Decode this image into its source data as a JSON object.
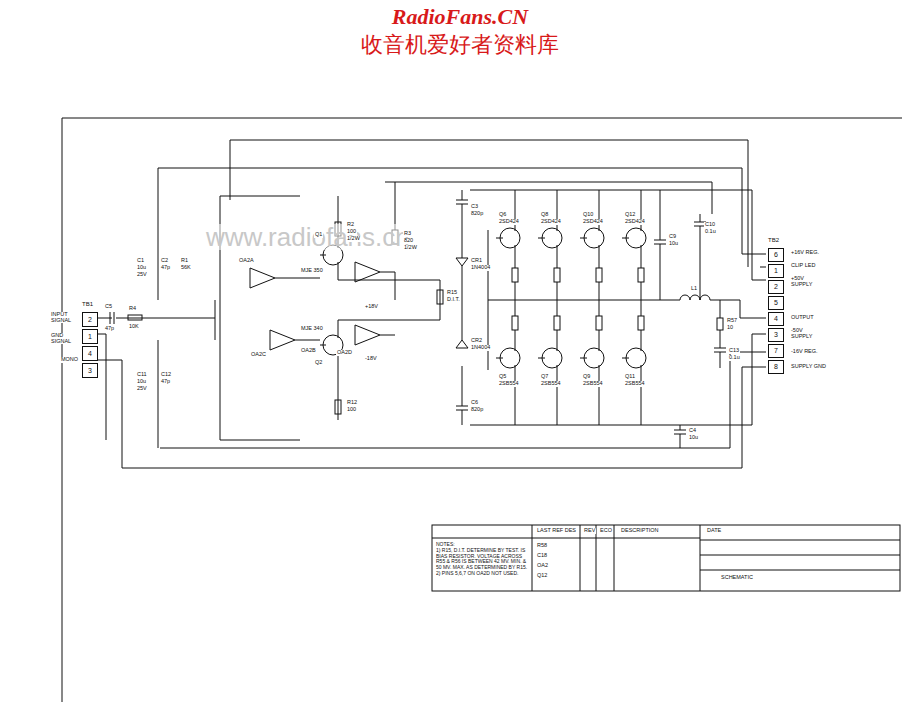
{
  "diagram": {
    "nodes": [
      {
        "text": [
          "TB1"
        ]
      },
      {
        "text": [
          "2"
        ],
        "in": 0
      },
      {
        "text": [
          "1"
        ],
        "in": 0
      },
      {
        "text": [
          "4"
        ],
        "in": 0
      },
      {
        "text": [
          "3"
        ],
        "in": 0
      },
      {
        "text": [
          "TB2"
        ]
      },
      {
        "text": [
          "6"
        ],
        "in": 5
      },
      {
        "text": [
          "1"
        ],
        "in": 5
      },
      {
        "text": [
          "2"
        ],
        "in": 5
      },
      {
        "text": [
          "5"
        ],
        "in": 5
      },
      {
        "text": [
          "4"
        ],
        "in": 5
      },
      {
        "text": [
          "3"
        ],
        "in": 5
      },
      {
        "text": [
          "7"
        ],
        "in": 5
      },
      {
        "text": [
          "8"
        ],
        "in": 5
      },
      {
        "text": [
          "NOTES:",
          "1) R15, D.I.T. DETERMINE BY TEST. IS BIAS RESISTOR. VOLTAGE ACROSS R55 & R56 IS BETWEEN 42 MV. MIN. & 50 MV. MAX. AS DETERMINED BY R15.",
          "2) PINS 5,6,7 ON OA2D NOT USED."
        ]
      }
    ],
    "labels": [
      "RadioFans.CN",
      "收音机爱好者资料库",
      "www.radiofans.cn",
      "INPUT SIGNAL",
      "GND SIGNAL",
      "MONO",
      "+16V REG.",
      "CLIP LED",
      "+50V SUPPLY",
      "OUTPUT",
      "-50V SUPPLY",
      "-16V REG.",
      "SUPPLY GND",
      "C5",
      "47p",
      "R4",
      "10K",
      "C1",
      "10u",
      "25V",
      "C2",
      "47p",
      "R1",
      "56K",
      "C11",
      "10u",
      "25V",
      "C12",
      "47p",
      "OA2A",
      "OA2B",
      "OA2C",
      "OA2D",
      "+18V",
      "-18V",
      "Q1",
      "MJE 350",
      "Q2",
      "MJE 340",
      "R2",
      "100",
      "1/2W",
      "R3",
      "820",
      "1/2W",
      "R12",
      "100",
      "C3",
      "820p",
      "CR1",
      "1N4004",
      "CR2",
      "1N4004",
      "C6",
      "820p",
      "R15",
      "D.I.T.",
      "Q6",
      "2SD424",
      "Q8",
      "2SD424",
      "Q10",
      "2SD424",
      "Q12",
      "2SD424",
      "Q5",
      "2SB554",
      "Q7",
      "2SB554",
      "Q9",
      "2SB554",
      "Q11",
      "2SB554",
      "C9",
      "10u",
      "C10",
      "0.1u",
      "L1",
      "R57",
      "10",
      "C13",
      "0.1u",
      "C4",
      "10u",
      "LAST REF DES",
      "REV",
      "ECO",
      "DESCRIPTION",
      "DATE",
      "R58",
      "C18",
      "OA2",
      "Q12",
      "SCHEMATIC"
    ]
  }
}
